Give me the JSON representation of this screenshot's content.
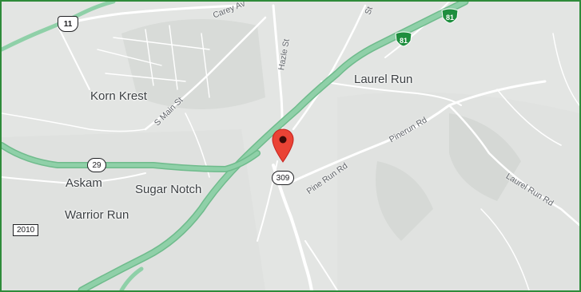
{
  "map": {
    "colors": {
      "land": "#e3e5e3",
      "urban": "#d4d7d4",
      "road_local": "#ffffff",
      "highway": "#87c9a0",
      "highway_edge": "#6fbb8c",
      "interstate_shield": "#1e8e3e",
      "pin": "#ea4335",
      "pin_dot": "#3c0a07",
      "border": "#2e8b3a"
    },
    "places": {
      "laurel_run": "Laurel Run",
      "korn_krest": "Korn Krest",
      "askam": "Askam",
      "sugar_notch": "Sugar Notch",
      "warrior_run": "Warrior Run"
    },
    "roads": {
      "carey_ave": "Carey Av",
      "hazle_st": "Hazle St",
      "s_main_st": "S Main St",
      "pinerun_rd": "Pinerun Rd",
      "pine_run_rd": "Pine Run Rd",
      "laurel_run_rd": "Laurel Run Rd",
      "top_st": "St"
    },
    "shields": {
      "us_11": "11",
      "i81_top": "81",
      "i81_mid": "81",
      "pa_29": "29",
      "pa_309": "309",
      "route_2010": "2010"
    },
    "marker": {
      "icon": "map-pin-icon"
    }
  }
}
